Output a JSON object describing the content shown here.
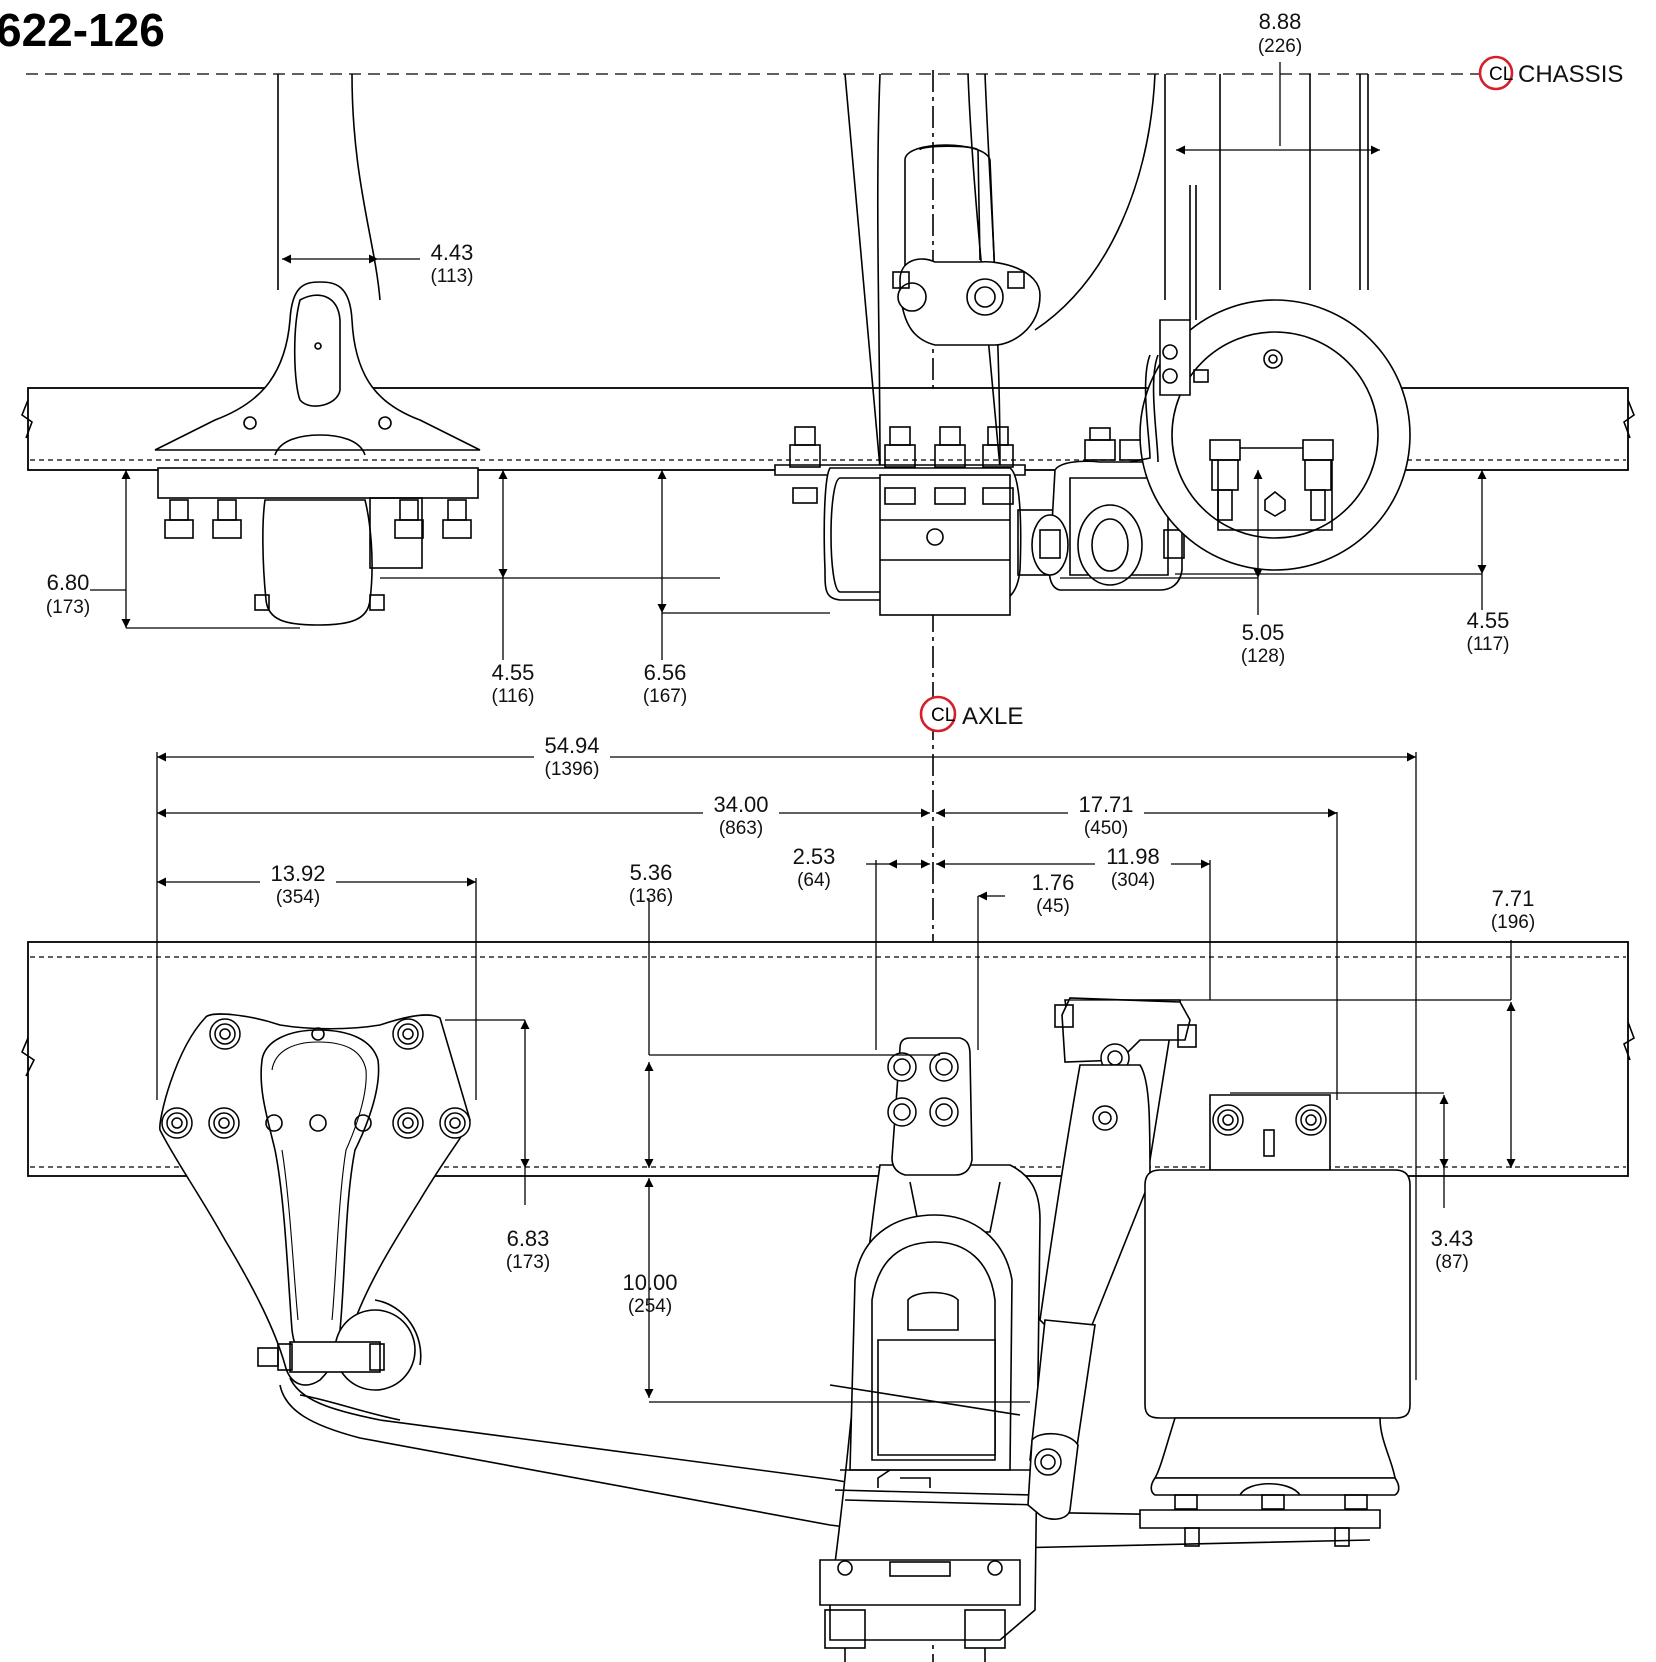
{
  "drawing_number": "622-126",
  "references": {
    "chassis": {
      "symbol": "CL",
      "label": "CHASSIS",
      "accent_color": "#d4202a"
    },
    "axle": {
      "symbol": "CL",
      "label": "AXLE",
      "accent_color": "#d4202a"
    }
  },
  "dimensions": {
    "top_view": [
      {
        "id": "d888",
        "value": "8.88",
        "metric": "(226)"
      },
      {
        "id": "d443",
        "value": "4.43",
        "metric": "(113)"
      },
      {
        "id": "d680",
        "value": "6.80",
        "metric": "(173)"
      },
      {
        "id": "d455a",
        "value": "4.55",
        "metric": "(116)"
      },
      {
        "id": "d656",
        "value": "6.56",
        "metric": "(167)"
      },
      {
        "id": "d505",
        "value": "5.05",
        "metric": "(128)"
      },
      {
        "id": "d455b",
        "value": "4.55",
        "metric": "(117)"
      }
    ],
    "side_view": [
      {
        "id": "d5494",
        "value": "54.94",
        "metric": "(1396)"
      },
      {
        "id": "d3400",
        "value": "34.00",
        "metric": "(863)"
      },
      {
        "id": "d1771",
        "value": "17.71",
        "metric": "(450)"
      },
      {
        "id": "d1392",
        "value": "13.92",
        "metric": "(354)"
      },
      {
        "id": "d253",
        "value": "2.53",
        "metric": "(64)"
      },
      {
        "id": "d1198",
        "value": "11.98",
        "metric": "(304)"
      },
      {
        "id": "d536",
        "value": "5.36",
        "metric": "(136)"
      },
      {
        "id": "d176",
        "value": "1.76",
        "metric": "(45)"
      },
      {
        "id": "d771",
        "value": "7.71",
        "metric": "(196)"
      },
      {
        "id": "d683",
        "value": "6.83",
        "metric": "(173)"
      },
      {
        "id": "d343",
        "value": "3.43",
        "metric": "(87)"
      },
      {
        "id": "d1000",
        "value": "10.00",
        "metric": "(254)"
      }
    ]
  }
}
